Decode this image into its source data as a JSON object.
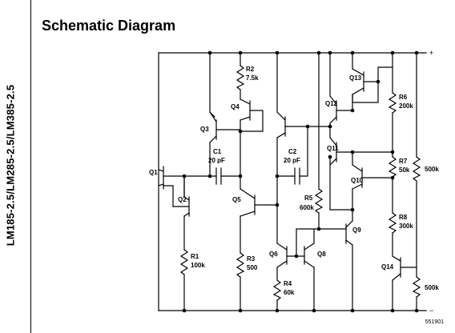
{
  "document": {
    "side_label": "LM185-2.5/LM285-2.5/LM385-2.5",
    "title": "Schematic Diagram",
    "doc_number": "551901"
  },
  "schematic": {
    "terminals": {
      "positive": "+",
      "negative": "−"
    },
    "transistors": {
      "Q1": "Q1",
      "Q2": "Q2",
      "Q3": "Q3",
      "Q4": "Q4",
      "Q5": "Q5",
      "Q6": "Q6",
      "Q8": "Q8",
      "Q9": "Q9",
      "Q10": "Q10",
      "Q11": "Q11",
      "Q12": "Q12",
      "Q13": "Q13",
      "Q14": "Q14"
    },
    "resistors": {
      "R1": {
        "name": "R1",
        "value": "100k"
      },
      "R2": {
        "name": "R2",
        "value": "7.5k"
      },
      "R3": {
        "name": "R3",
        "value": "500"
      },
      "R4": {
        "name": "R4",
        "value": "60k"
      },
      "R5": {
        "name": "R5",
        "value": "600k"
      },
      "R6": {
        "name": "R6",
        "value": "200k"
      },
      "R7": {
        "name": "R7",
        "value": "50k"
      },
      "R8": {
        "name": "R8",
        "value": "300k"
      },
      "R9": {
        "value": "500k"
      },
      "R10": {
        "value": "500k"
      }
    },
    "capacitors": {
      "C1": {
        "name": "C1",
        "value": "20 pF"
      },
      "C2": {
        "name": "C2",
        "value": "20 pF"
      }
    }
  }
}
